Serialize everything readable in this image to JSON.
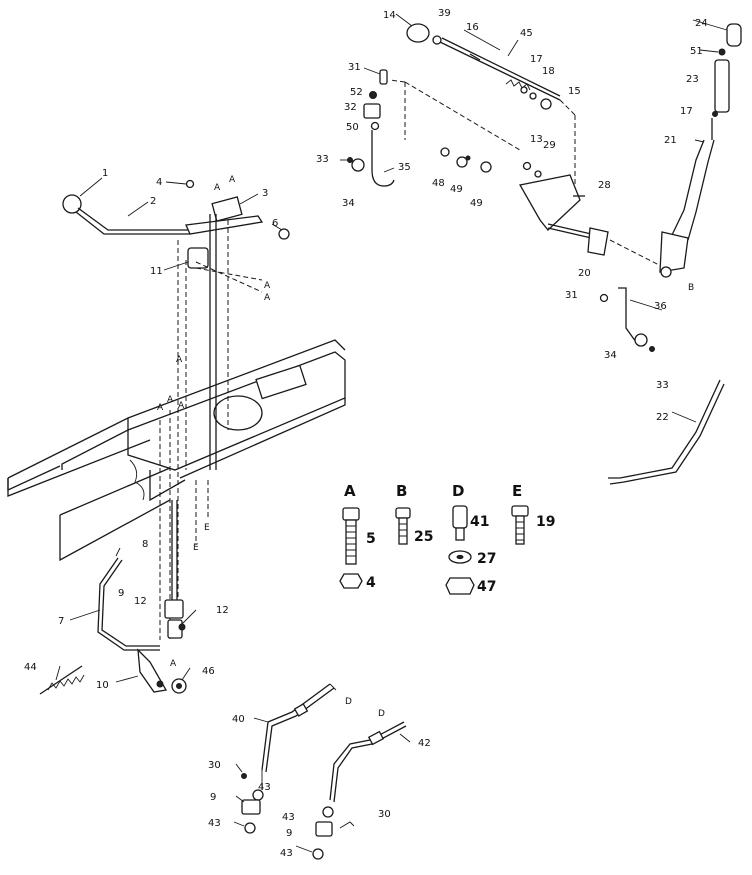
{
  "callouts": {
    "c1": "1",
    "c2": "2",
    "c3": "3",
    "c4": "4",
    "c6": "6",
    "c11": "11",
    "c14": "14",
    "c39": "39",
    "c16": "16",
    "c45": "45",
    "c17a": "17",
    "c18": "18",
    "c15": "15",
    "c31a": "31",
    "c52": "52",
    "c32": "32",
    "c50": "50",
    "c33a": "33",
    "c35": "35",
    "c34a": "34",
    "c13": "13",
    "c29": "29",
    "c48": "48",
    "c49a": "49",
    "c49b": "49",
    "c28": "28",
    "c20": "20",
    "c24": "24",
    "c51": "51",
    "c23": "23",
    "c17b": "17",
    "c21": "21",
    "c31b": "31",
    "c36": "36",
    "c34b": "34",
    "c33b": "33",
    "c22": "22",
    "c8": "8",
    "c7": "7",
    "c9a": "9",
    "c12a": "12",
    "c12b": "12",
    "c44": "44",
    "c10": "10",
    "c46": "46",
    "c40": "40",
    "c42": "42",
    "c30a": "30",
    "c43a": "43",
    "c9b": "9",
    "c43b": "43",
    "c43c": "43",
    "c30b": "30",
    "c9c": "9",
    "c43d": "43"
  },
  "ref_letters": {
    "a1": "A",
    "a2": "A",
    "a3": "A",
    "a4": "A",
    "a5": "A",
    "a6": "A",
    "a7": "A",
    "a8": "A",
    "a9": "A",
    "b1": "B",
    "d1": "D",
    "d2": "D",
    "e1": "E",
    "e2": "E"
  },
  "hardware_legend": [
    {
      "letter": "A",
      "items": [
        "5",
        "4"
      ]
    },
    {
      "letter": "B",
      "items": [
        "25"
      ]
    },
    {
      "letter": "D",
      "items": [
        "41",
        "27",
        "47"
      ]
    },
    {
      "letter": "E",
      "items": [
        "19"
      ]
    }
  ]
}
